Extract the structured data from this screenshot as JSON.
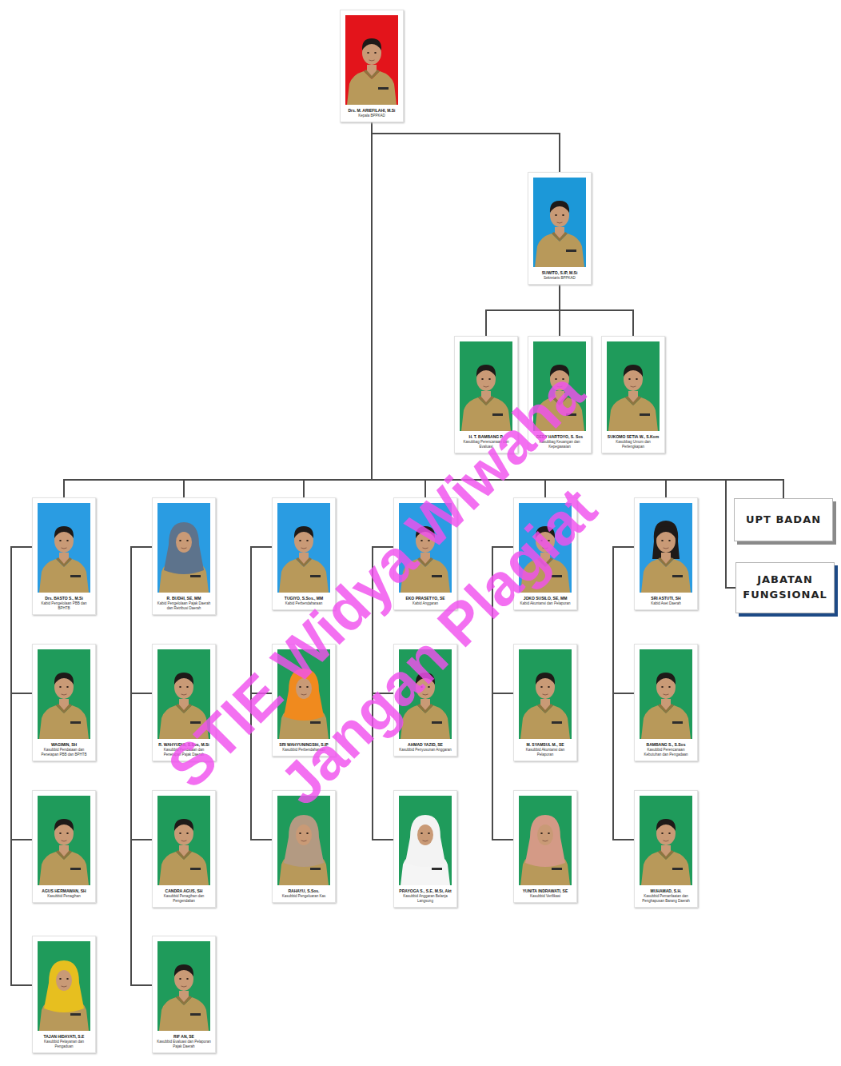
{
  "diagram": {
    "nodes": [
      {
        "text": [
          "Drs. M. ARIEFILAHI, M.Si",
          "Kepala BPPKAD"
        ]
      },
      {
        "text": [
          "SUWITO, S.IP, M.Si",
          "Sekretaris BPPKAD"
        ]
      },
      {
        "text": [
          "H. T. BAMBANG P.",
          "Kasubbag Perencanaan dan Evaluasi"
        ]
      },
      {
        "text": [
          "DEDY HARTOYO, S. Sos",
          "Kasubbag Keuangan dan Kepegawaian"
        ]
      },
      {
        "text": [
          "SUKOMO SETIA W., S.Kom",
          "Kasubbag Umum dan Perlengkapan"
        ]
      },
      {
        "text": [
          "Drs. BASTO S., M.Si",
          "Kabid Pengelolaan PBB dan BPHTB"
        ]
      },
      {
        "text": [
          "R. BUDHI, SE, MM",
          "Kabid Pengelolaan Pajak Daerah dan Retribusi Daerah"
        ]
      },
      {
        "text": [
          "TUGIYO, S.Sos., MM",
          "Kabid Perbendaharaan"
        ]
      },
      {
        "text": [
          "EKO PRASETYO, SE",
          "Kabid Anggaran"
        ]
      },
      {
        "text": [
          "JOKO SUSILO, SE, MM",
          "Kabid Akuntansi dan Pelaporan"
        ]
      },
      {
        "text": [
          "SRI ASTUTI, SH",
          "Kabid Aset Daerah"
        ]
      },
      {
        "text": [
          "UPT BADAN"
        ]
      },
      {
        "text": [
          "JABATAN FUNGSIONAL"
        ]
      },
      {
        "text": [
          "WAGIMIN, SH",
          "Kasubbid Pendataan dan Penetapan PBB dan BPHTB"
        ]
      },
      {
        "text": [
          "R. WAHYUDHI, S.Sos, M.Si",
          "Kasubbid Pendataan dan Penetapan Pajak Daerah"
        ]
      },
      {
        "text": [
          "SRI WAHYUNINGSIH, S.IP",
          "Kasubbid Perbendaharaan"
        ]
      },
      {
        "text": [
          "AHMAD YAZID, SE",
          "Kasubbid Penyusunan Anggaran"
        ]
      },
      {
        "text": [
          "M. SYAMSUL M., SE",
          "Kasubbid Akuntansi dan Pelaporan"
        ]
      },
      {
        "text": [
          "BAMBANG S., S.Sos",
          "Kasubbid Perencanaan Kebutuhan dan Pengadaan"
        ]
      },
      {
        "text": [
          "AGUS HERMAWAN, SH",
          "Kasubbid Penagihan"
        ]
      },
      {
        "text": [
          "CANDRA AGUS, SH",
          "Kasubbid Penagihan dan Pengendalian"
        ]
      },
      {
        "text": [
          "RAHAYU, S.Sos.",
          "Kasubbid Pengeluaran Kas"
        ]
      },
      {
        "text": [
          "PRAYOGA S., S.E, M.Si, Akt",
          "Kasubbid Anggaran Belanja Langsung"
        ]
      },
      {
        "text": [
          "YUNITA INDRAWATI, SE",
          "Kasubbid Verifikasi"
        ]
      },
      {
        "text": [
          "MUHAMAD, S.H.",
          "Kasubbid Pemanfaatan dan Penghapusan Barang Daerah"
        ]
      },
      {
        "text": [
          "TAJAN HIDAYATI, S.E",
          "Kasubbid Pelayanan dan Pengaduan"
        ]
      },
      {
        "text": [
          "RIF AN, SE",
          "Kasubbid Evaluasi dan Pelaporan Pajak Daerah"
        ]
      }
    ],
    "edges": [
      {
        "from": 0,
        "to": 1,
        "arrow": "none"
      },
      {
        "from": 1,
        "to": 2,
        "arrow": "none"
      },
      {
        "from": 1,
        "to": 3,
        "arrow": "none"
      },
      {
        "from": 1,
        "to": 4,
        "arrow": "none"
      },
      {
        "from": 0,
        "to": 5,
        "arrow": "none"
      },
      {
        "from": 0,
        "to": 6,
        "arrow": "none"
      },
      {
        "from": 0,
        "to": 7,
        "arrow": "none"
      },
      {
        "from": 0,
        "to": 8,
        "arrow": "none"
      },
      {
        "from": 0,
        "to": 9,
        "arrow": "none"
      },
      {
        "from": 0,
        "to": 10,
        "arrow": "none"
      },
      {
        "from": 0,
        "to": 11,
        "arrow": "none"
      },
      {
        "from": 0,
        "to": 12,
        "arrow": "none"
      },
      {
        "from": 5,
        "to": 13,
        "arrow": "none"
      },
      {
        "from": 5,
        "to": 19,
        "arrow": "none"
      },
      {
        "from": 5,
        "to": 25,
        "arrow": "none"
      },
      {
        "from": 6,
        "to": 14,
        "arrow": "none"
      },
      {
        "from": 6,
        "to": 20,
        "arrow": "none"
      },
      {
        "from": 6,
        "to": 26,
        "arrow": "none"
      },
      {
        "from": 7,
        "to": 15,
        "arrow": "none"
      },
      {
        "from": 7,
        "to": 21,
        "arrow": "none"
      },
      {
        "from": 8,
        "to": 16,
        "arrow": "none"
      },
      {
        "from": 8,
        "to": 22,
        "arrow": "none"
      },
      {
        "from": 9,
        "to": 17,
        "arrow": "none"
      },
      {
        "from": 9,
        "to": 23,
        "arrow": "none"
      },
      {
        "from": 10,
        "to": 18,
        "arrow": "none"
      },
      {
        "from": 10,
        "to": 24,
        "arrow": "none"
      }
    ],
    "labels": [
      "STIE Widya Wiwaha",
      "Jangan Plagiat"
    ]
  }
}
